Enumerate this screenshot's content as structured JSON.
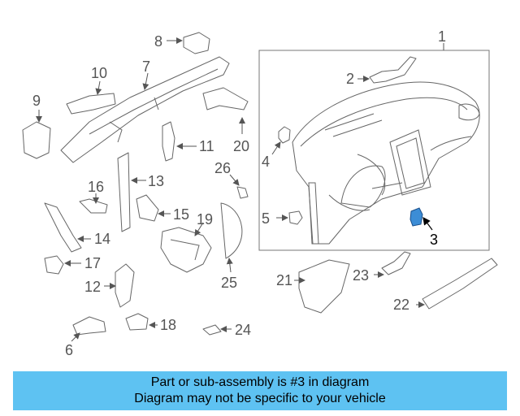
{
  "diagram": {
    "callouts": [
      "1",
      "2",
      "3",
      "4",
      "5",
      "6",
      "7",
      "8",
      "9",
      "10",
      "11",
      "12",
      "13",
      "14",
      "15",
      "16",
      "17",
      "18",
      "19",
      "20",
      "21",
      "22",
      "23",
      "24",
      "25",
      "26"
    ],
    "highlighted_part": "3"
  },
  "banner": {
    "line1": "Part or sub-assembly is #3 in diagram",
    "line2": "Diagram may not be specific to your vehicle",
    "background": "#5ec2f2"
  }
}
